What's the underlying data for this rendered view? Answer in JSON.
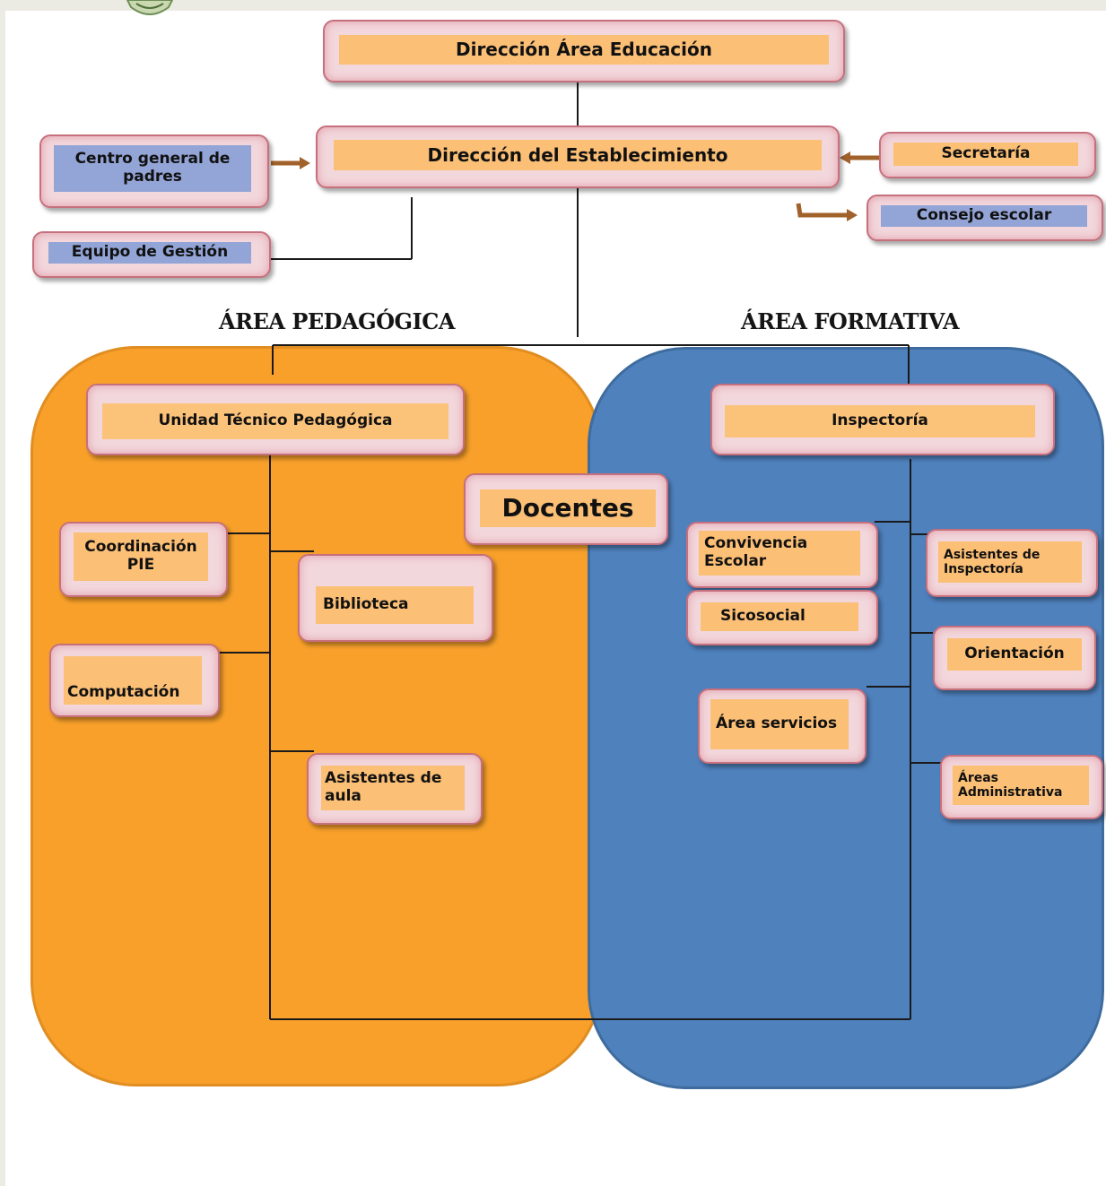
{
  "nodes": {
    "direccion_area": "Dirección Área Educación",
    "direccion_establecimiento": "Dirección del Establecimiento",
    "centro_padres": "Centro general de padres",
    "secretaria": "Secretaría",
    "consejo_escolar": "Consejo escolar",
    "equipo_gestion": "Equipo de Gestión",
    "utp": "Unidad Técnico Pedagógica",
    "inspectoria": "Inspectoría",
    "docentes": "Docentes",
    "coordinacion_pie": "Coordinación PIE",
    "biblioteca": "Biblioteca",
    "computacion": "Computación",
    "asistentes_aula": "Asistentes de aula",
    "convivencia": "Convivencia Escolar",
    "sicosocial": "Sicosocial",
    "area_servicios": "Área servicios",
    "asistentes_inspectoria": "Asistentes de Inspectoría",
    "orientacion": "Orientación",
    "areas_administrativa": "Áreas Administrativa"
  },
  "areas": {
    "pedagogica": "ÁREA PEDAGÓGICA",
    "formativa": "ÁREA FORMATIVA"
  },
  "colors": {
    "area_pedagogica": "#f8a02a",
    "area_formativa": "#4f81bd",
    "box_fill": "#f2d7dc",
    "box_border": "#c7707d",
    "label_orange": "#fbbf76",
    "label_blue": "#93a4d6",
    "arrow": "#a0622a"
  }
}
